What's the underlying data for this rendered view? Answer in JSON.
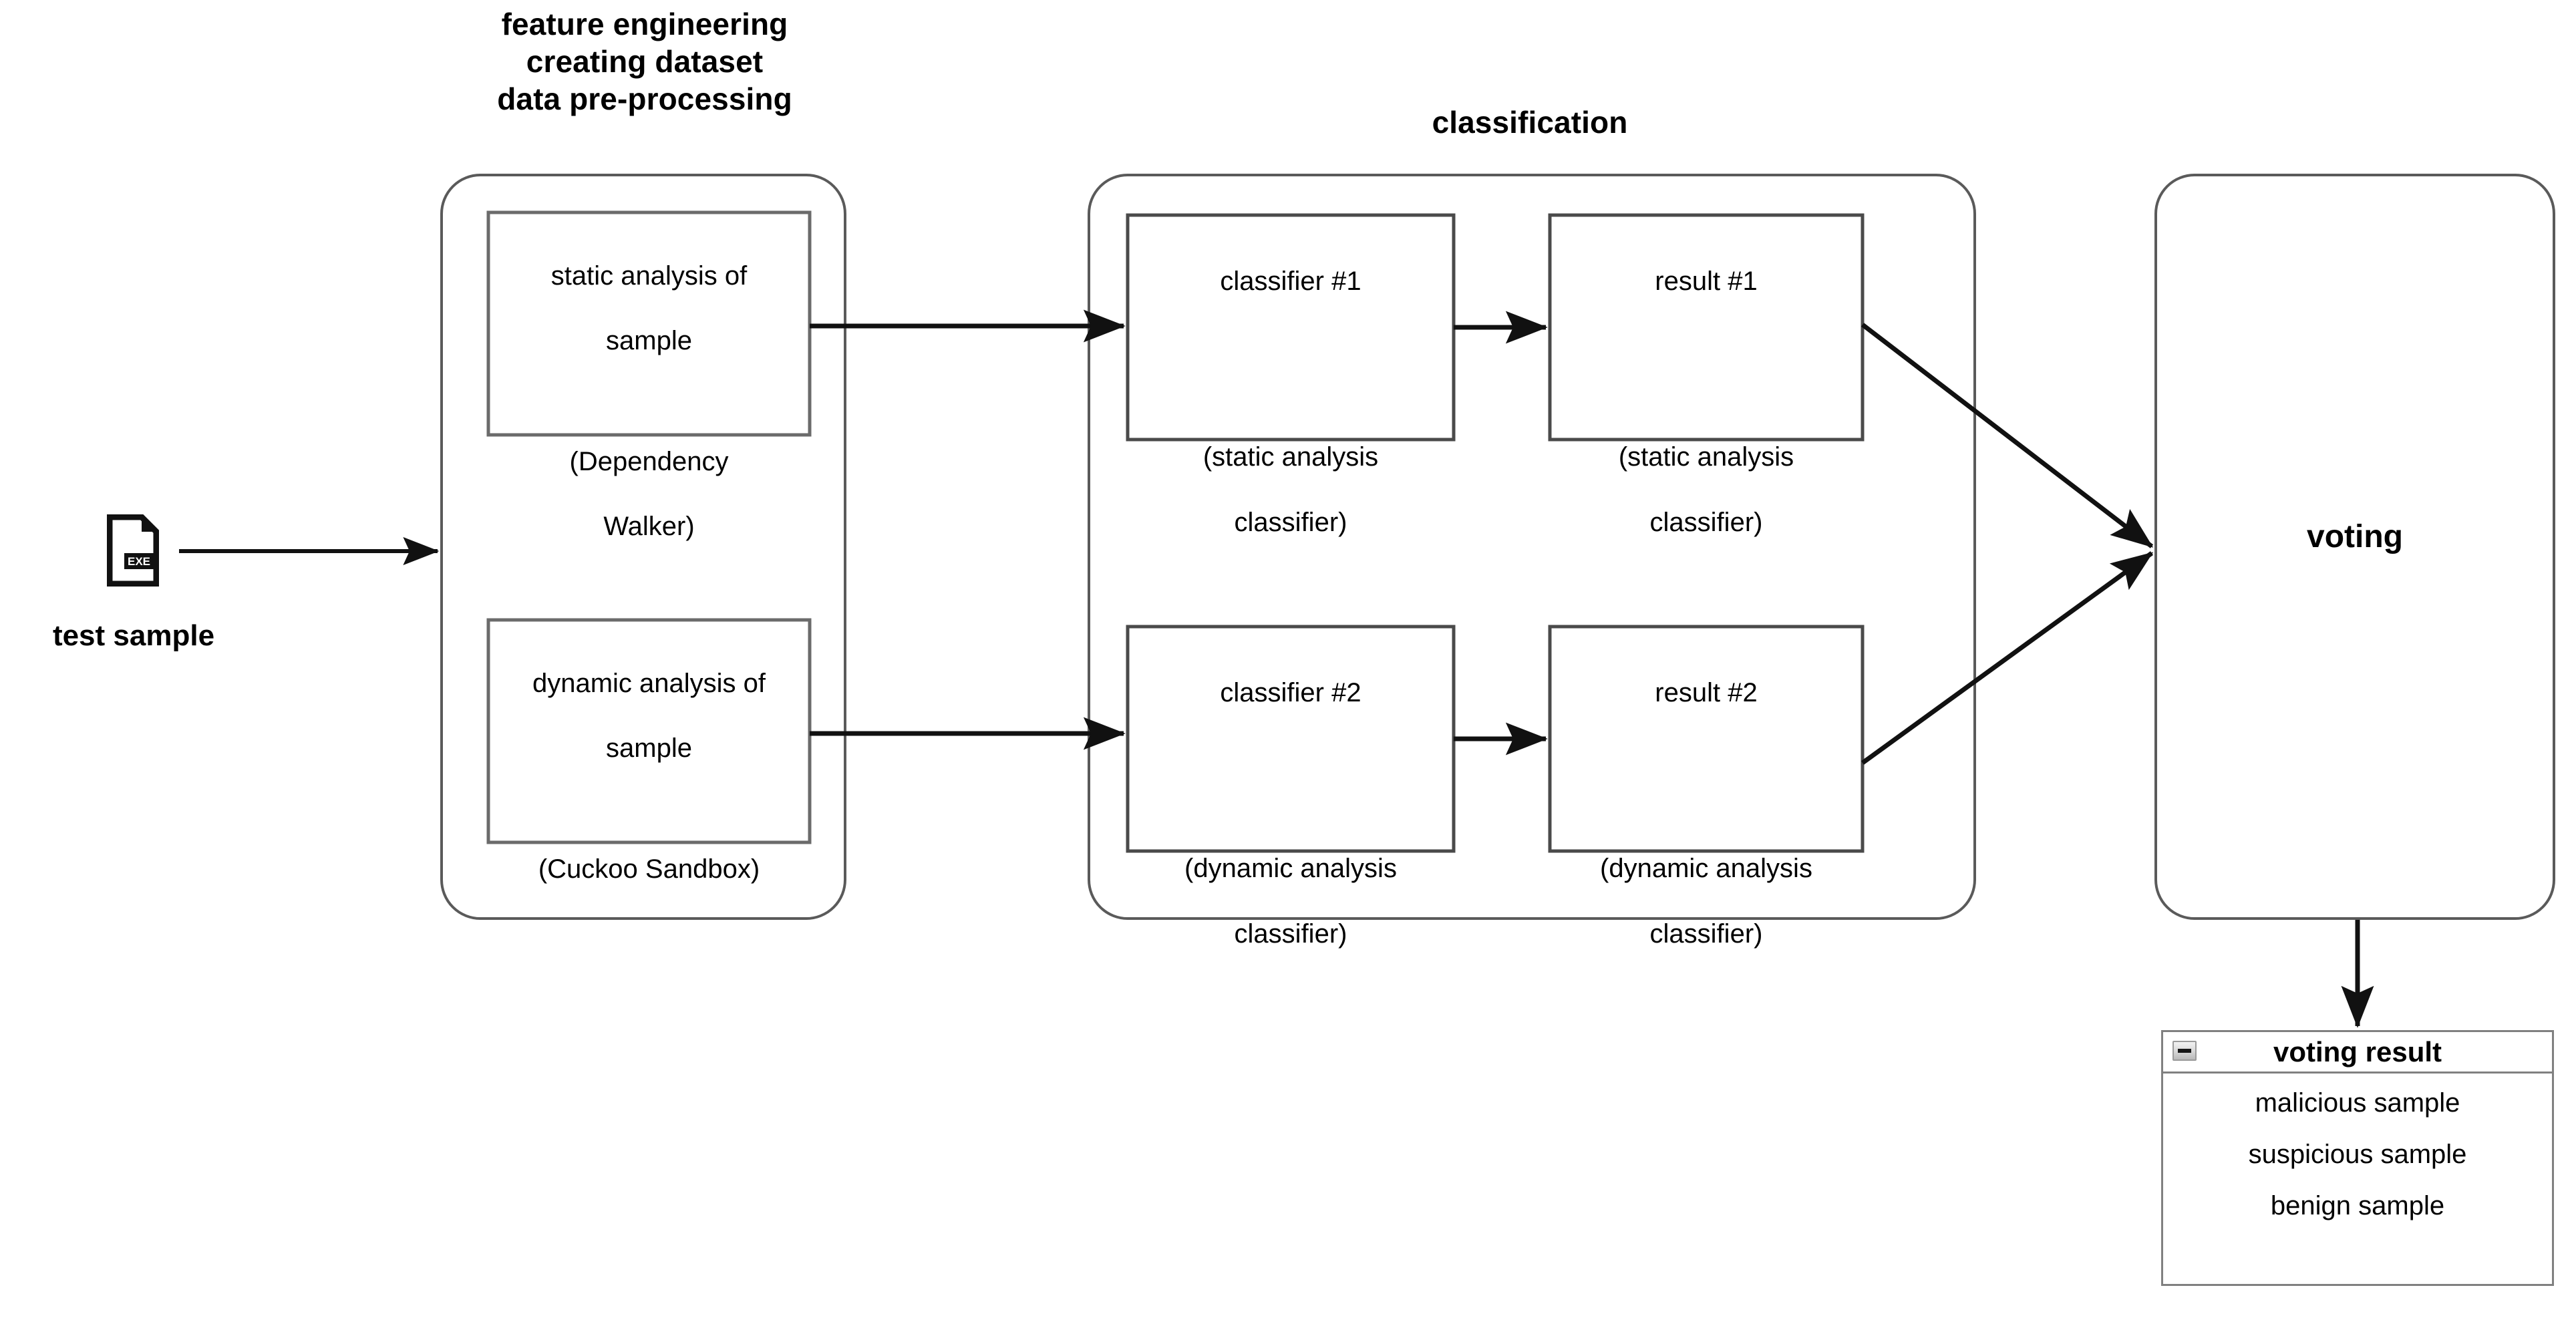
{
  "diagram": {
    "groups": [
      {
        "id": "preprocessing",
        "title": "feature engineering\ncreating dataset\ndata pre-processing"
      },
      {
        "id": "classification",
        "title": "classification"
      }
    ],
    "input": {
      "icon": "exe-file-icon",
      "icon_badge": "EXE",
      "label": "test sample"
    },
    "nodes": {
      "static_analysis": {
        "line1": "static analysis of",
        "line2": "sample",
        "line3": "(Dependency",
        "line4": "Walker)"
      },
      "dynamic_analysis": {
        "line1": "dynamic analysis of",
        "line2": "sample",
        "line3": "(Cuckoo Sandbox)"
      },
      "classifier_1": {
        "line1": "classifier #1",
        "line2": "(static analysis",
        "line3": "classifier)"
      },
      "classifier_2": {
        "line1": "classifier #2",
        "line2": "(dynamic analysis",
        "line3": "classifier)"
      },
      "result_1": {
        "line1": "result #1",
        "line2": "(static analysis",
        "line3": "classifier)"
      },
      "result_2": {
        "line1": "result #2",
        "line2": "(dynamic analysis",
        "line3": "classifier)"
      },
      "voting": {
        "label": "voting"
      }
    },
    "voting_result": {
      "title": "voting result",
      "minimize_icon": "minimize-icon",
      "items": [
        "malicious sample",
        "suspicious sample",
        "benign sample"
      ]
    },
    "colors": {
      "stroke_dark": "#3f3f3f",
      "stroke_gray": "#808080",
      "stroke_container": "#595959",
      "text": "#000000",
      "background": "#ffffff"
    }
  }
}
